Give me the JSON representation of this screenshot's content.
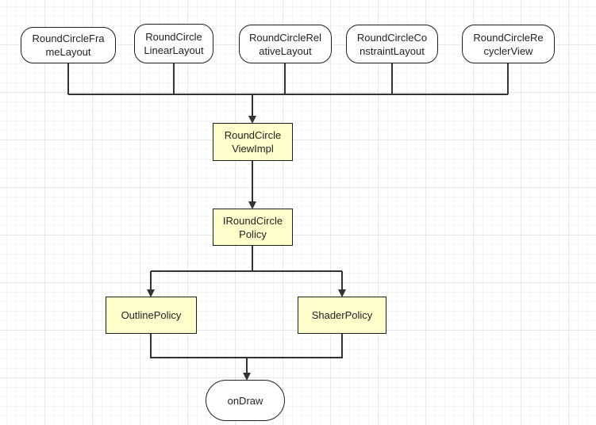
{
  "nodes": {
    "frame_layout": "RoundCircleFra\nmeLayout",
    "linear_layout": "RoundCircle\nLinearLayout",
    "relative_layout": "RoundCircleRel\nativeLayout",
    "constraint_layout": "RoundCircleCo\nnstraintLayout",
    "recycler_view": "RoundCircleRe\ncyclerView",
    "view_impl": "RoundCircle\nViewImpl",
    "policy_interface": "IRoundCircle\nPolicy",
    "outline_policy": "OutlinePolicy",
    "shader_policy": "ShaderPolicy",
    "on_draw": "onDraw"
  },
  "colors": {
    "line": "#333333",
    "rect_fill": "#ffffcc",
    "rounded_fill": "#ffffff"
  }
}
